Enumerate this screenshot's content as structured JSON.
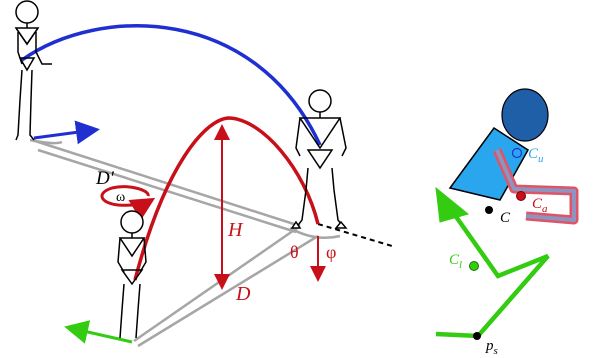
{
  "labels": {
    "D_prime": "D′",
    "omega": "ω",
    "H": "H",
    "D": "D",
    "theta": "θ",
    "phi": "φ",
    "C_u_main": "C",
    "C_u_sub": "u",
    "C_a_main": "C",
    "C_a_sub": "a",
    "C": "C",
    "C_l_main": "C",
    "C_l_sub": "l",
    "p_s_main": "p",
    "p_s_sub": "s"
  },
  "colors": {
    "blue_arc": "#1f2fd0",
    "red_arc": "#c8101a",
    "gray": "#a6a6a6",
    "green": "#33cc11",
    "upper_body": "#2aa6ee",
    "head": "#1f5fa8",
    "arm_outline": "#dd5566",
    "arm_fill": "#8f93bf",
    "black": "#000000",
    "label_blue": "#2aa6ee",
    "label_red": "#c8101a",
    "label_green": "#33cc11"
  },
  "icons": [
    "stick-figure",
    "rotation-arrow",
    "body-segment-model"
  ]
}
